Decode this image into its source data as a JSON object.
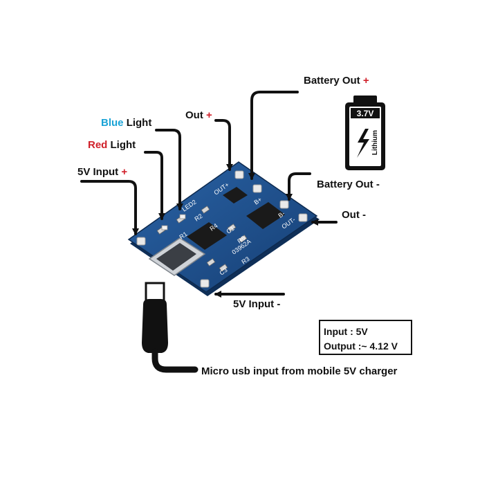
{
  "labels": {
    "battery_out_plus": {
      "text": "Battery Out",
      "sign": "+"
    },
    "battery_out_minus": {
      "text": "Battery Out",
      "sign": "-"
    },
    "out_plus": {
      "text": "Out",
      "sign": "+"
    },
    "out_minus": {
      "text": "Out",
      "sign": "-"
    },
    "blue_light": {
      "color_word": "Blue",
      "text": "Light"
    },
    "red_light": {
      "color_word": "Red",
      "text": "Light"
    },
    "input_plus": {
      "text": "5V Input",
      "sign": "+"
    },
    "input_minus": {
      "text": "5V Input",
      "sign": "-"
    },
    "usb_caption": "Micro usb input from mobile 5V charger"
  },
  "battery": {
    "voltage": "3.7V",
    "chemistry": "Lithium"
  },
  "spec_box": {
    "input": "Input : 5V",
    "output": "Output :~ 4.12 V"
  },
  "board": {
    "pin_out_plus": "OUT+",
    "pin_b_plus": "B+",
    "pin_b_minus": "B-",
    "pin_out_minus": "OUT-",
    "chip_code": "03962A",
    "parts": [
      "LED2",
      "R1",
      "R2",
      "C1",
      "R3",
      "C3",
      "R4",
      "R5"
    ]
  },
  "colors": {
    "pcb": "#1c4f8c",
    "pcb_dark": "#123a6b",
    "plus_sign": "#d0202a",
    "blue_word": "#1aa3d6",
    "arrow": "#111111"
  }
}
